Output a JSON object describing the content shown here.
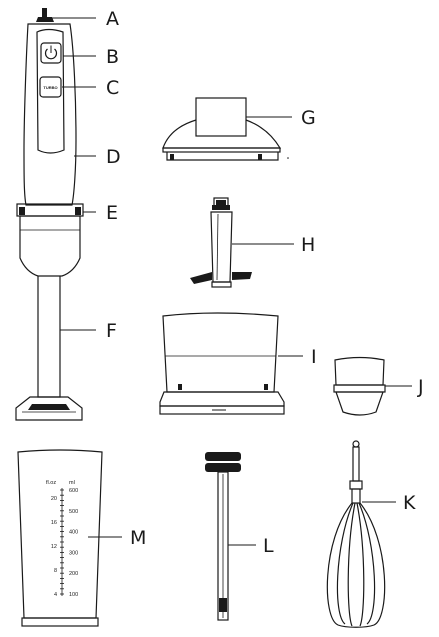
{
  "callouts": {
    "A": "A",
    "B": "B",
    "C": "C",
    "D": "D",
    "E": "E",
    "F": "F",
    "G": "G",
    "H": "H",
    "I": "I",
    "J": "J",
    "K": "K",
    "L": "L",
    "M": "M"
  },
  "turbo_button_text": "TURBO",
  "beaker_scale": {
    "floz_header": "fl.oz",
    "ml_header": "ml",
    "floz_ticks": [
      "20",
      "16",
      "12",
      "8",
      "4"
    ],
    "ml_ticks": [
      "600",
      "500",
      "400",
      "300",
      "200",
      "100"
    ]
  },
  "icons": [
    "power-icon"
  ]
}
